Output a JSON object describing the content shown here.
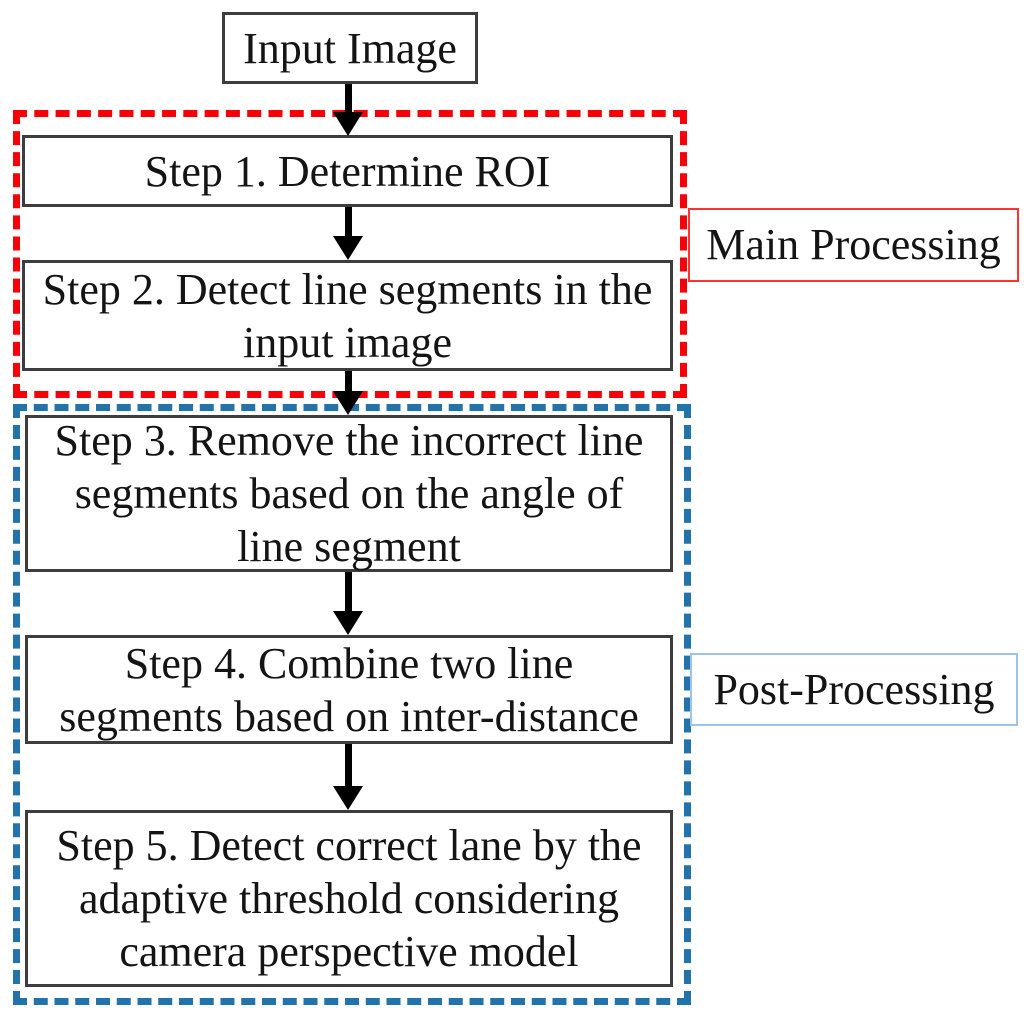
{
  "diagram": {
    "nodes": {
      "input": {
        "label": "Input Image"
      },
      "step1": {
        "label": "Step 1. Determine ROI"
      },
      "step2": {
        "label": "Step 2. Detect line segments in the\ninput image"
      },
      "step3": {
        "label": "Step 3. Remove the incorrect line\nsegments based on the angle of\nline segment"
      },
      "step4": {
        "label": "Step 4. Combine two line\nsegments based on inter-distance"
      },
      "step5": {
        "label": "Step 5. Detect correct lane by the\nadaptive threshold considering\ncamera perspective model"
      }
    },
    "groups": {
      "main_processing": {
        "label": "Main Processing",
        "border_color": "#f70008",
        "label_border_color": "#ff3333",
        "border_style": "dashed"
      },
      "post_processing": {
        "label": "Post-Processing",
        "border_color": "#2272ab",
        "label_border_color": "#9dc3e6",
        "border_style": "dashed"
      }
    },
    "colors": {
      "node_border": "#3d3d3d",
      "arrow": "#000000",
      "text": "#141414",
      "background": "#ffffff"
    },
    "flow": [
      "input -> step1",
      "step1 -> step2",
      "step2 -> step3",
      "step3 -> step4",
      "step4 -> step5"
    ]
  }
}
